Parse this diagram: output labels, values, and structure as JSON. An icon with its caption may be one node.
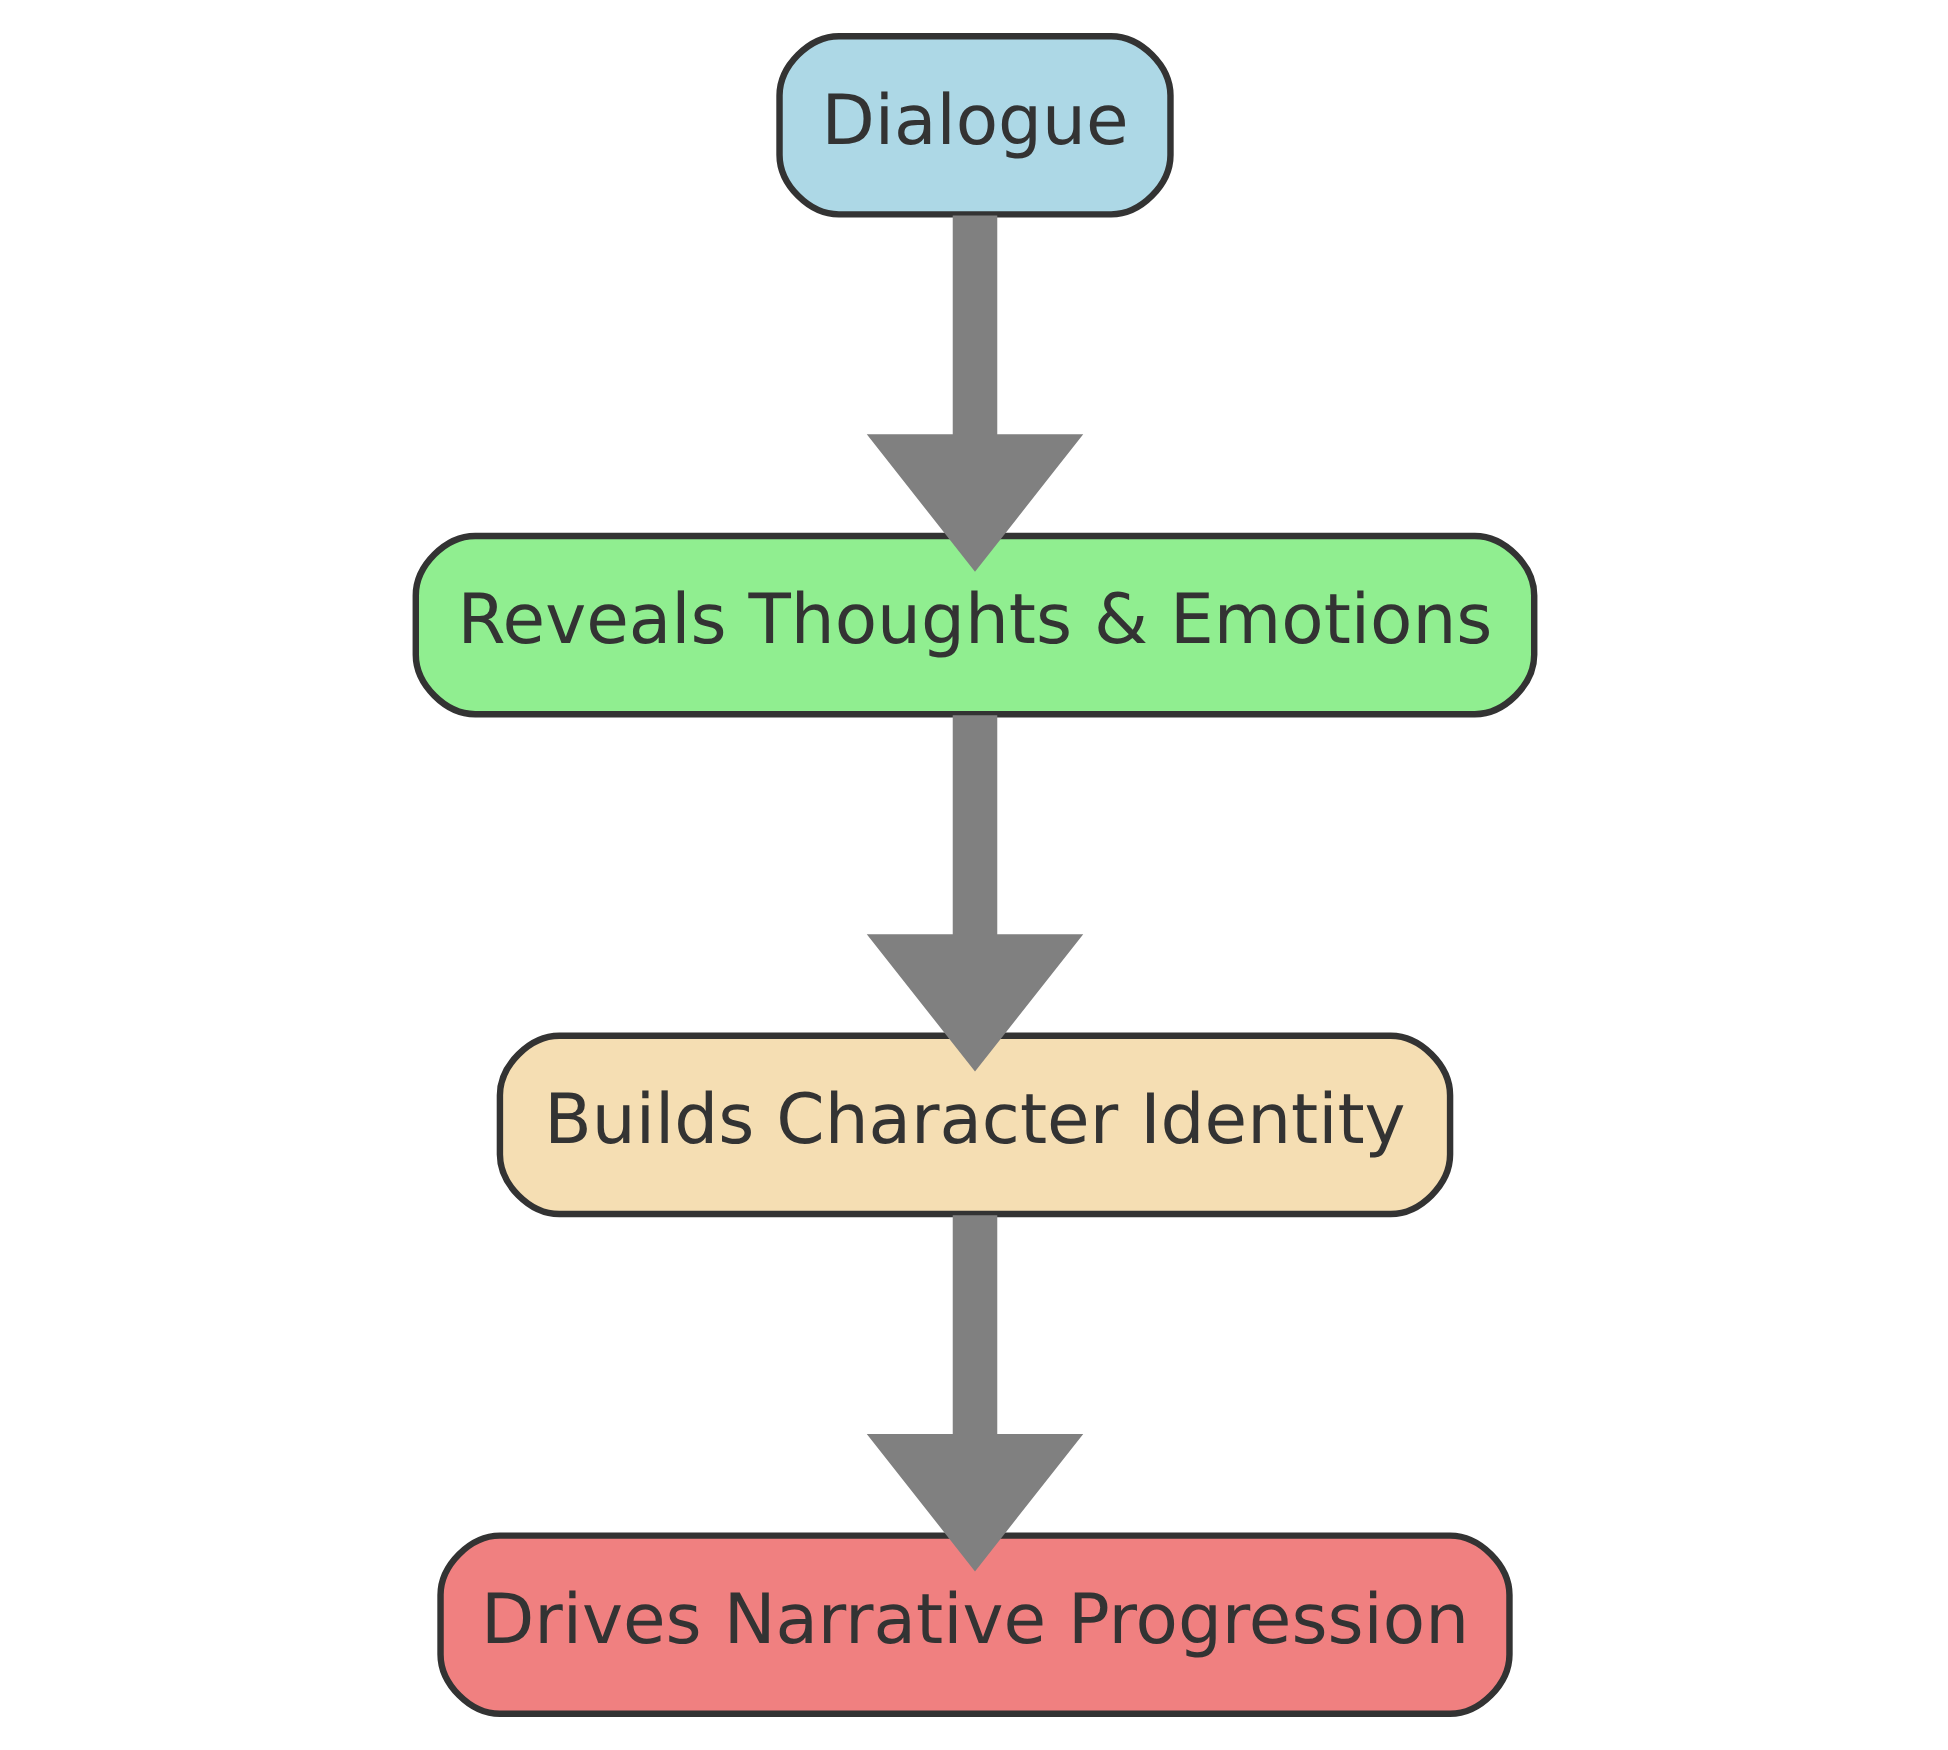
{
  "diagram": {
    "nodes": [
      {
        "text": [
          "Dialogue"
        ]
      },
      {
        "text": [
          "Reveals Thoughts & Emotions"
        ]
      },
      {
        "text": [
          "Builds Character Identity"
        ]
      },
      {
        "text": [
          "Drives Narrative Progression"
        ]
      }
    ],
    "edges": [
      {
        "from": 0,
        "to": 1,
        "arrow": "to"
      },
      {
        "from": 1,
        "to": 2,
        "arrow": "to"
      },
      {
        "from": 2,
        "to": 3,
        "arrow": "to"
      }
    ]
  }
}
